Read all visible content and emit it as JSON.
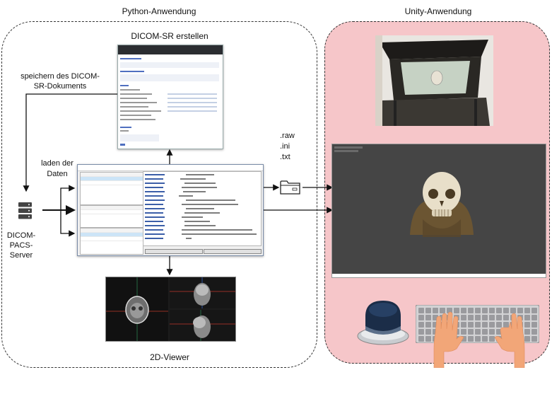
{
  "labels": {
    "python_app": "Python-Anwendung",
    "unity_app": "Unity-Anwendung",
    "dicom_sr_create": "DICOM-SR erstellen",
    "save_sr_line1": "speichern des DICOM-",
    "save_sr_line2": "SR-Dokuments",
    "load_data_line1": "laden der",
    "load_data_line2": "Daten",
    "server_line1": "DICOM-",
    "server_line2": "PACS-",
    "server_line3": "Server",
    "viewer_2d": "2D-Viewer",
    "ext_raw": ".raw",
    "ext_ini": ".ini",
    "ext_txt": ".txt"
  },
  "colors": {
    "unity_bg": "#f6c6c9",
    "arrow": "#111111"
  },
  "icons": [
    "server-icon",
    "folder-icon",
    "3d-mouse-icon",
    "keyboard-icon",
    "hands-icon"
  ]
}
